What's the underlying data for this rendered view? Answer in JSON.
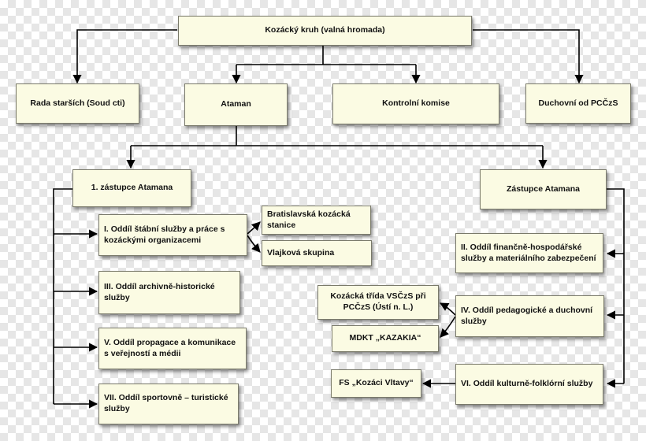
{
  "diagram": {
    "root": "Kozácký kruh (valná hromada)",
    "level1": {
      "rada": "Rada starších (Soud cti)",
      "ataman": "Ataman",
      "kontrolni": "Kontrolní komise",
      "duchovni": "Duchovní od PCČzS"
    },
    "deputies": {
      "first": "1. zástupce Atamana",
      "second": "Zástupce Atamana"
    },
    "left_departments": {
      "d1": "I. Oddíl štábní služby a práce s kozáckými organizacemi",
      "d3": "III. Oddíl archivně-historické služby",
      "d5": "V. Oddíl propagace a komunikace s veřejností a médii",
      "d7": "VII. Oddíl sportovně – turistické služby"
    },
    "d1_children": {
      "bratislava": "Bratislavská kozácká stanice",
      "vlajkova": "Vlajková skupina"
    },
    "right_departments": {
      "d2": "II. Oddíl finančně-hospodářské služby a materiálního zabezpečení",
      "d4": "IV. Oddíl pedagogické a duchovní služby",
      "d6": "VI. Oddíl kulturně-folklórní služby"
    },
    "d4_children": {
      "trida": "Kozácká třída VSČzS při PCČzS (Ústí n. L.)",
      "mdkt": "MDKT „KAZAKIA“"
    },
    "d6_children": {
      "fs": "FS „Kozáci Vltavy“"
    }
  }
}
